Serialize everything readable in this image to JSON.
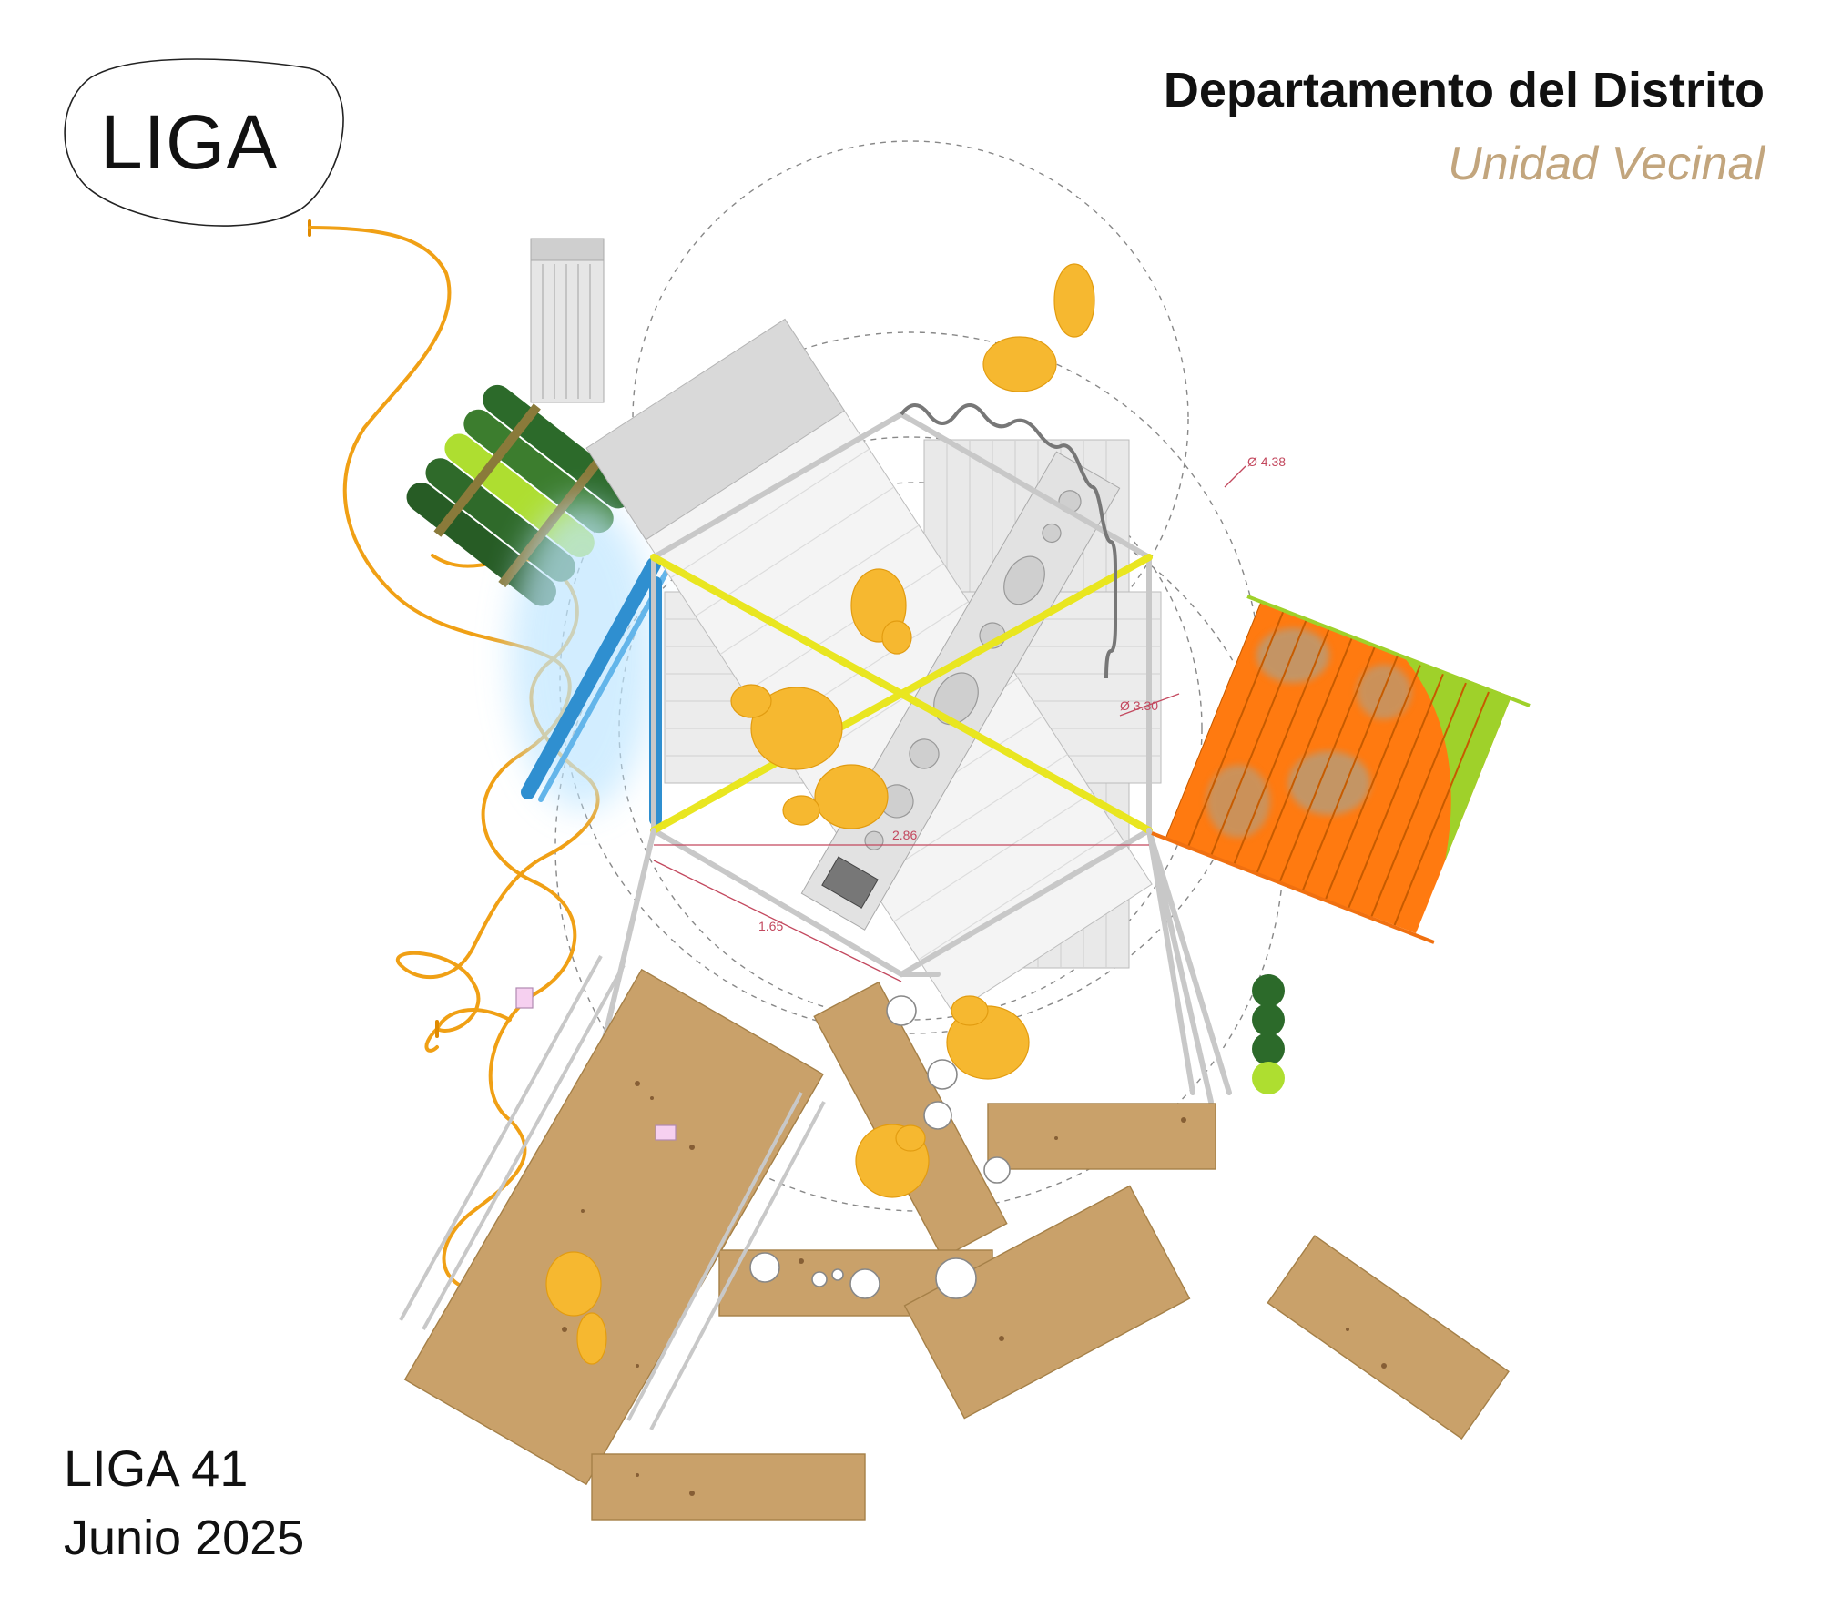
{
  "logo": {
    "text": "LIGA"
  },
  "header": {
    "title": "Departamento del Distrito",
    "subtitle": "Unidad Vecinal"
  },
  "footer": {
    "edition": "LIGA 41",
    "date": "Junio 2025"
  },
  "dimensions": {
    "outer_diameter": "Ø 4.38",
    "inner_diameter": "Ø 3.30",
    "span_width": "2.86",
    "side_length": "1.65"
  },
  "colors": {
    "accent_gold": "#c2a57d",
    "cable_orange": "#f0a015",
    "people_yellow": "#f6b830",
    "dimension_red": "#c3485e",
    "rug_orange": "#ff7a10",
    "rug_green": "#9fd12a",
    "roll_green": "#2f6a2a",
    "plywood": "#c9a16a",
    "tube_blue": "#2f8fd0",
    "strap_yellow": "#f0e020"
  }
}
